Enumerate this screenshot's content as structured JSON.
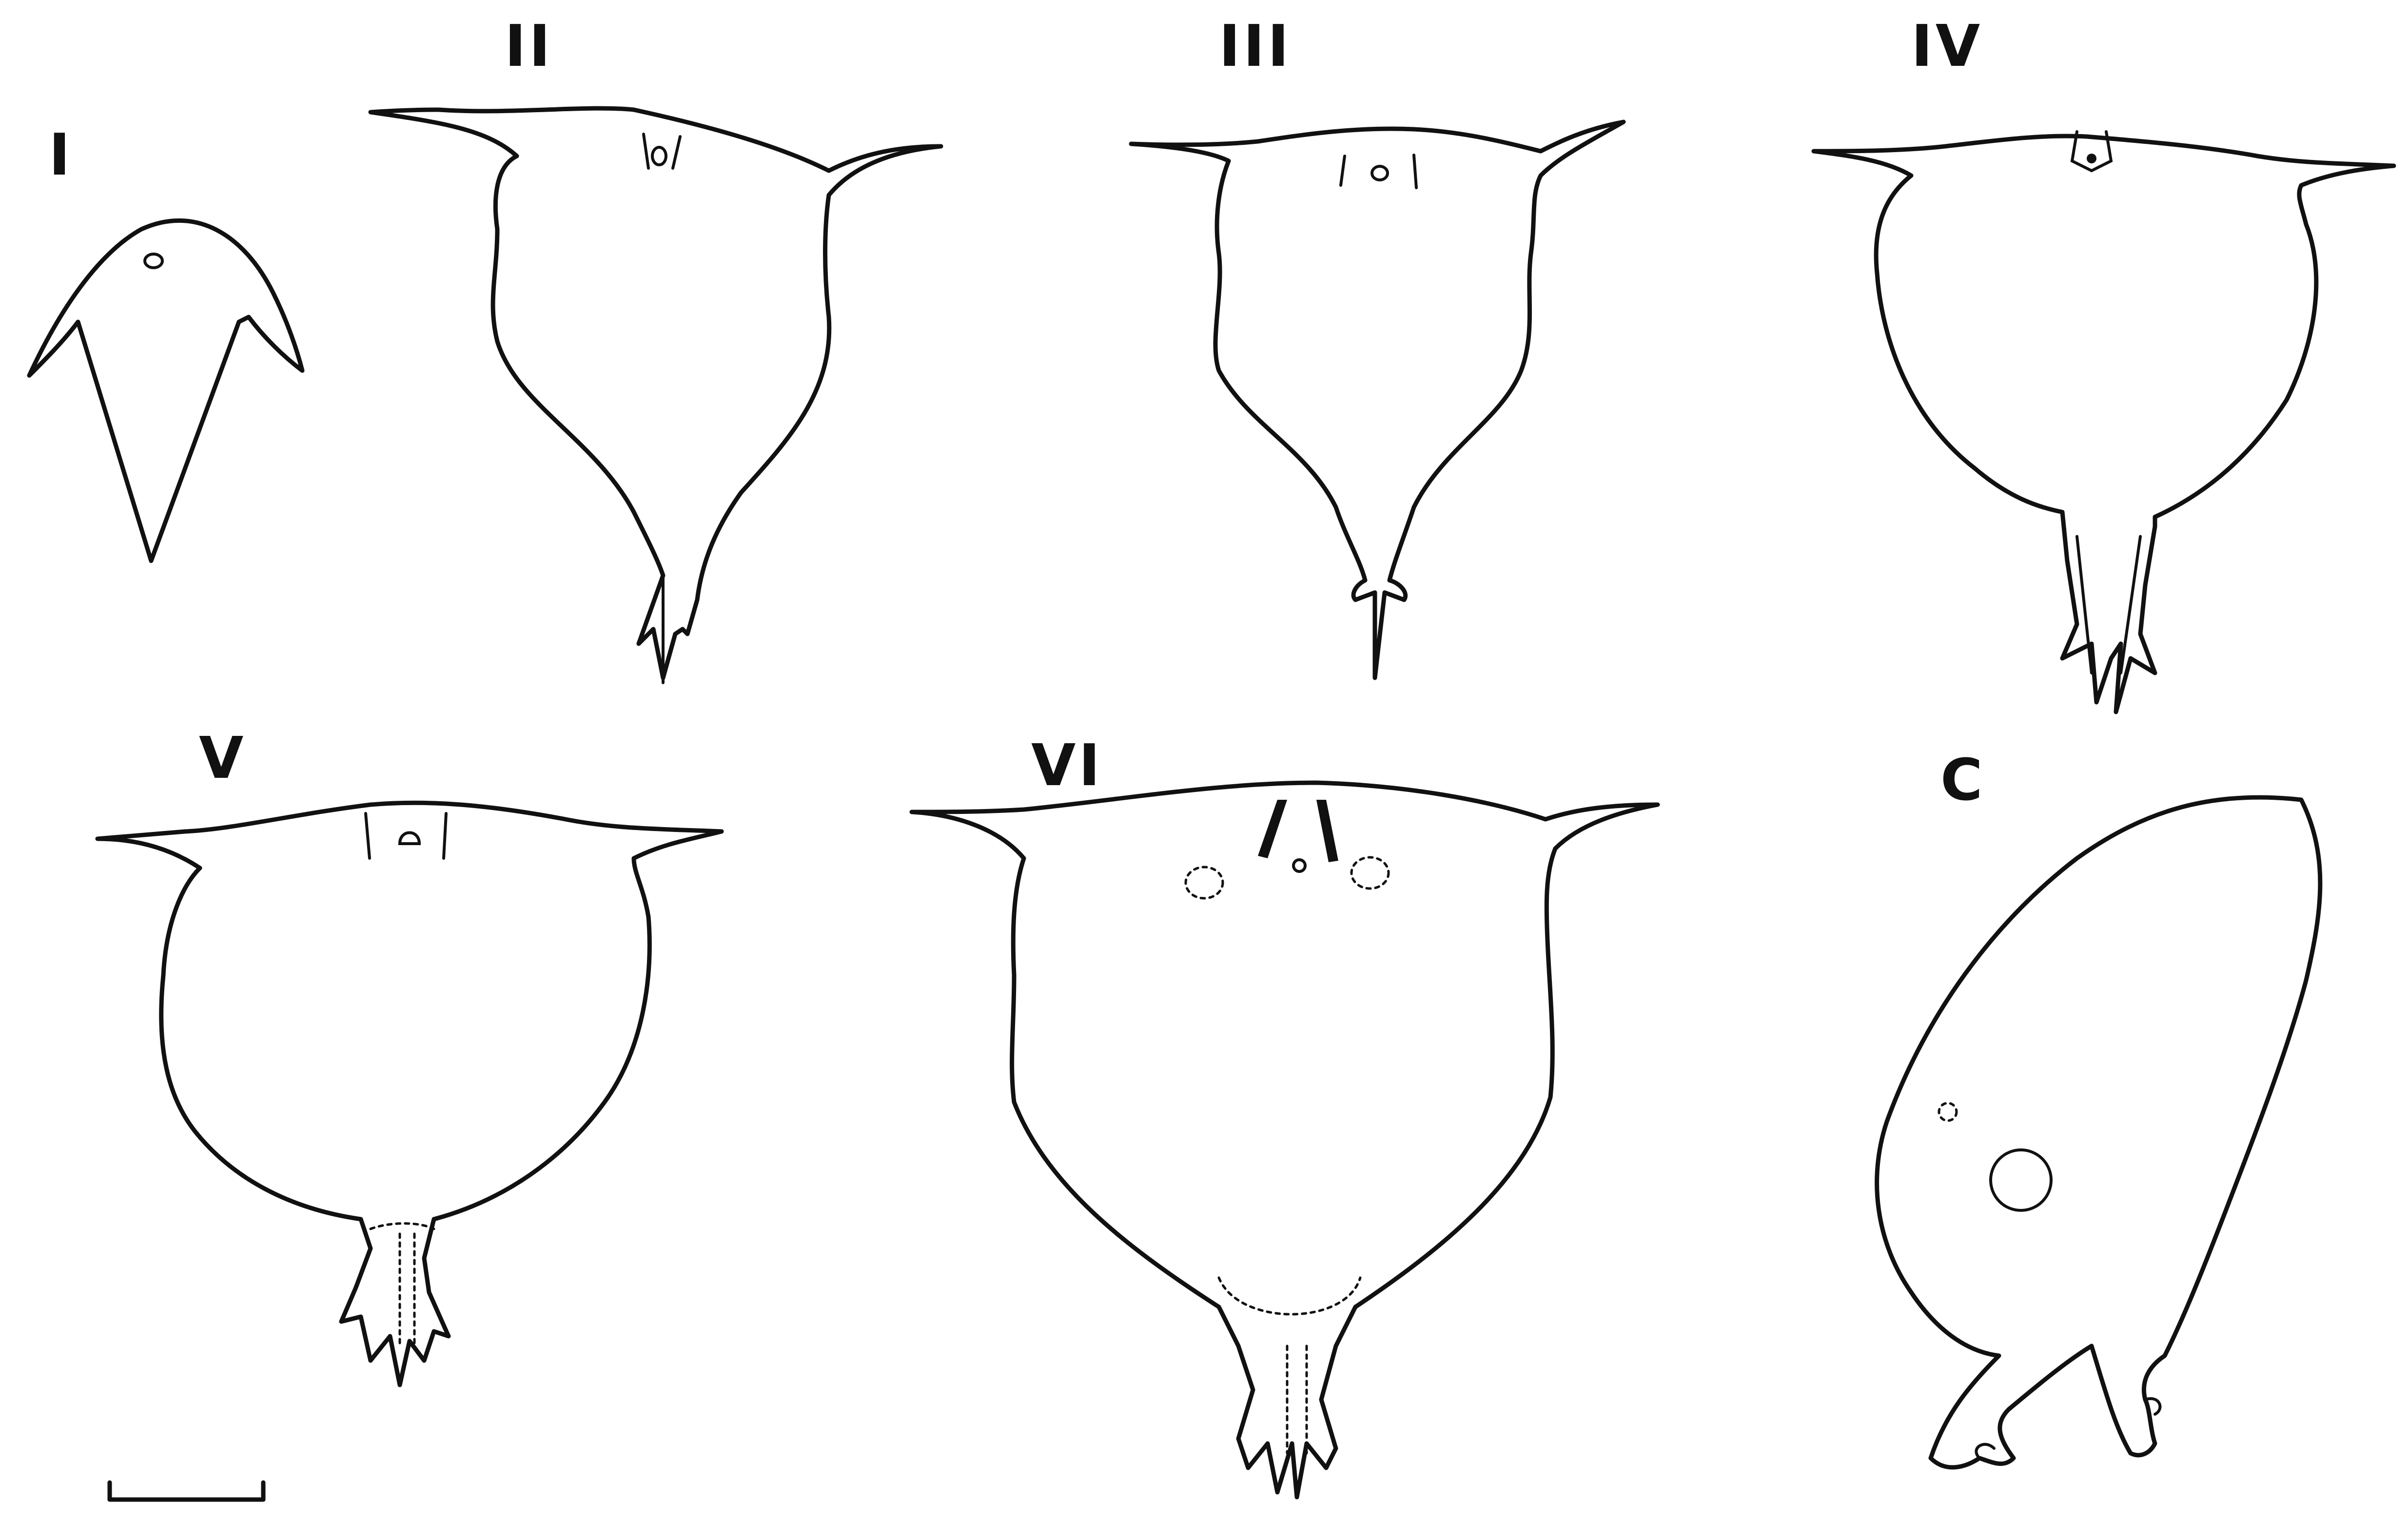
{
  "figure": {
    "stages": [
      {
        "id": "I",
        "label": "I"
      },
      {
        "id": "II",
        "label": "II"
      },
      {
        "id": "III",
        "label": "III"
      },
      {
        "id": "IV",
        "label": "IV"
      },
      {
        "id": "V",
        "label": "V"
      },
      {
        "id": "VI",
        "label": "VI"
      },
      {
        "id": "C",
        "label": "C"
      }
    ],
    "ink_color": "#111111",
    "background_color": "#ffffff"
  }
}
